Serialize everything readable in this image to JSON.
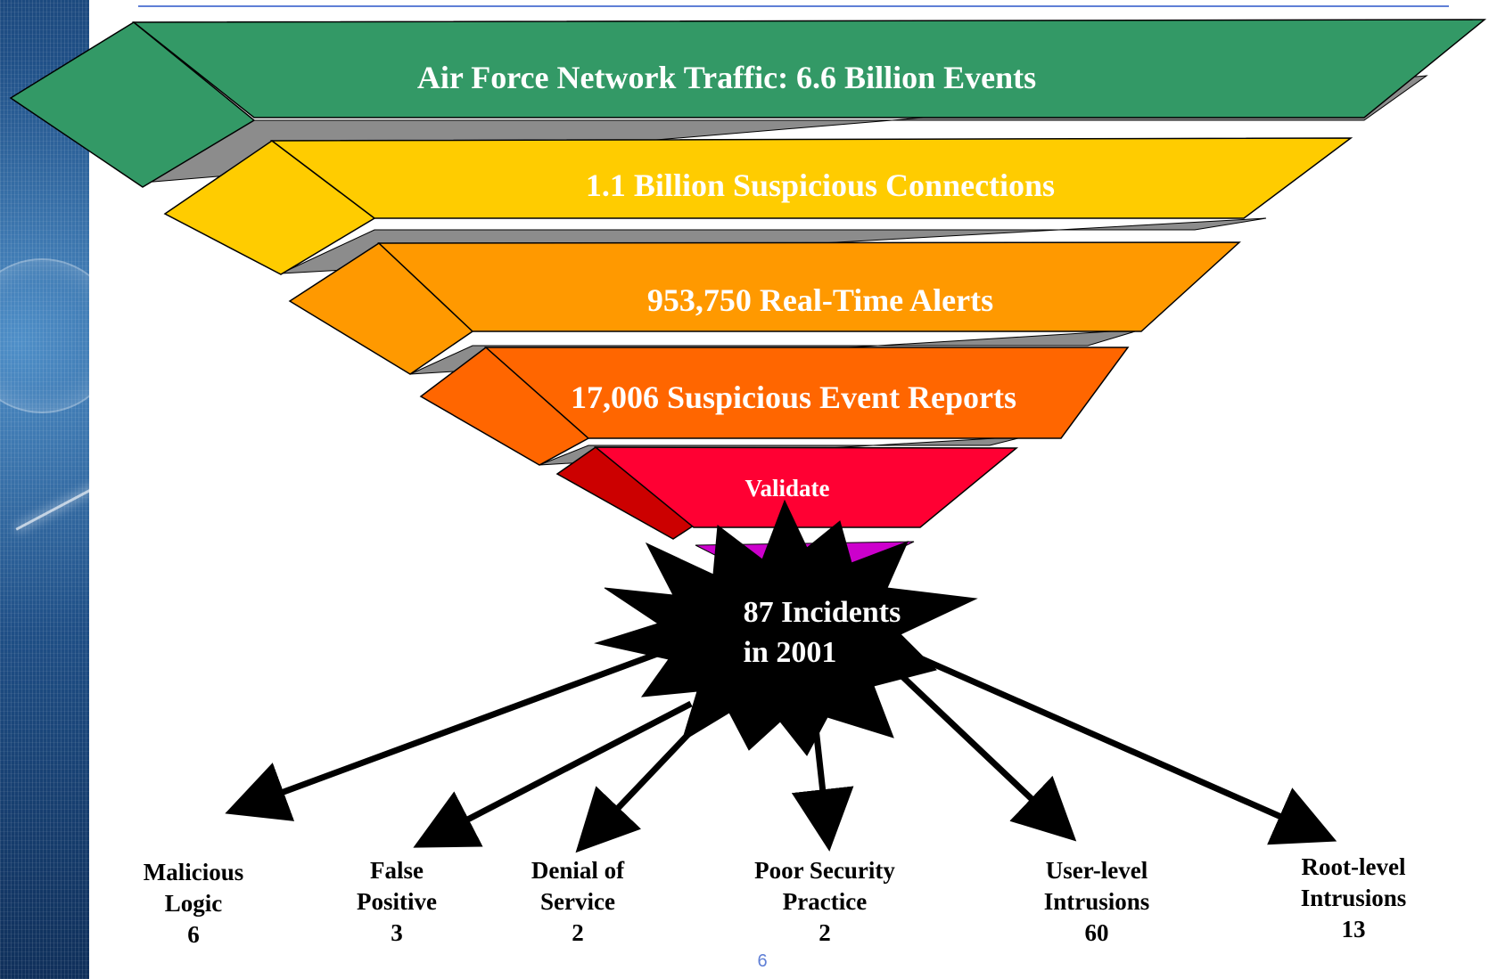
{
  "funnel": {
    "tiers": [
      {
        "label": "Air Force Network Traffic: 6.6 Billion Events",
        "color": "#339966"
      },
      {
        "label": "1.1 Billion Suspicious Connections",
        "color": "#ffcc00"
      },
      {
        "label": "953,750 Real-Time Alerts",
        "color": "#ff9900"
      },
      {
        "label": "17,006 Suspicious Event Reports",
        "color": "#ff6600"
      },
      {
        "label": "Validate",
        "color": "#ff0033"
      }
    ],
    "tip_color": "#cc00cc"
  },
  "burst": {
    "line1": "87 Incidents",
    "line2": "in 2001"
  },
  "categories": [
    {
      "line1": "Malicious",
      "line2": "Logic",
      "count": "6"
    },
    {
      "line1": "False",
      "line2": "Positive",
      "count": "3"
    },
    {
      "line1": "Denial of",
      "line2": "Service",
      "count": "2"
    },
    {
      "line1": "Poor Security",
      "line2": "Practice",
      "count": "2"
    },
    {
      "line1": "User-level",
      "line2": "Intrusions",
      "count": "60"
    },
    {
      "line1": "Root-level",
      "line2": "Intrusions",
      "count": "13"
    }
  ],
  "page_number": "6"
}
